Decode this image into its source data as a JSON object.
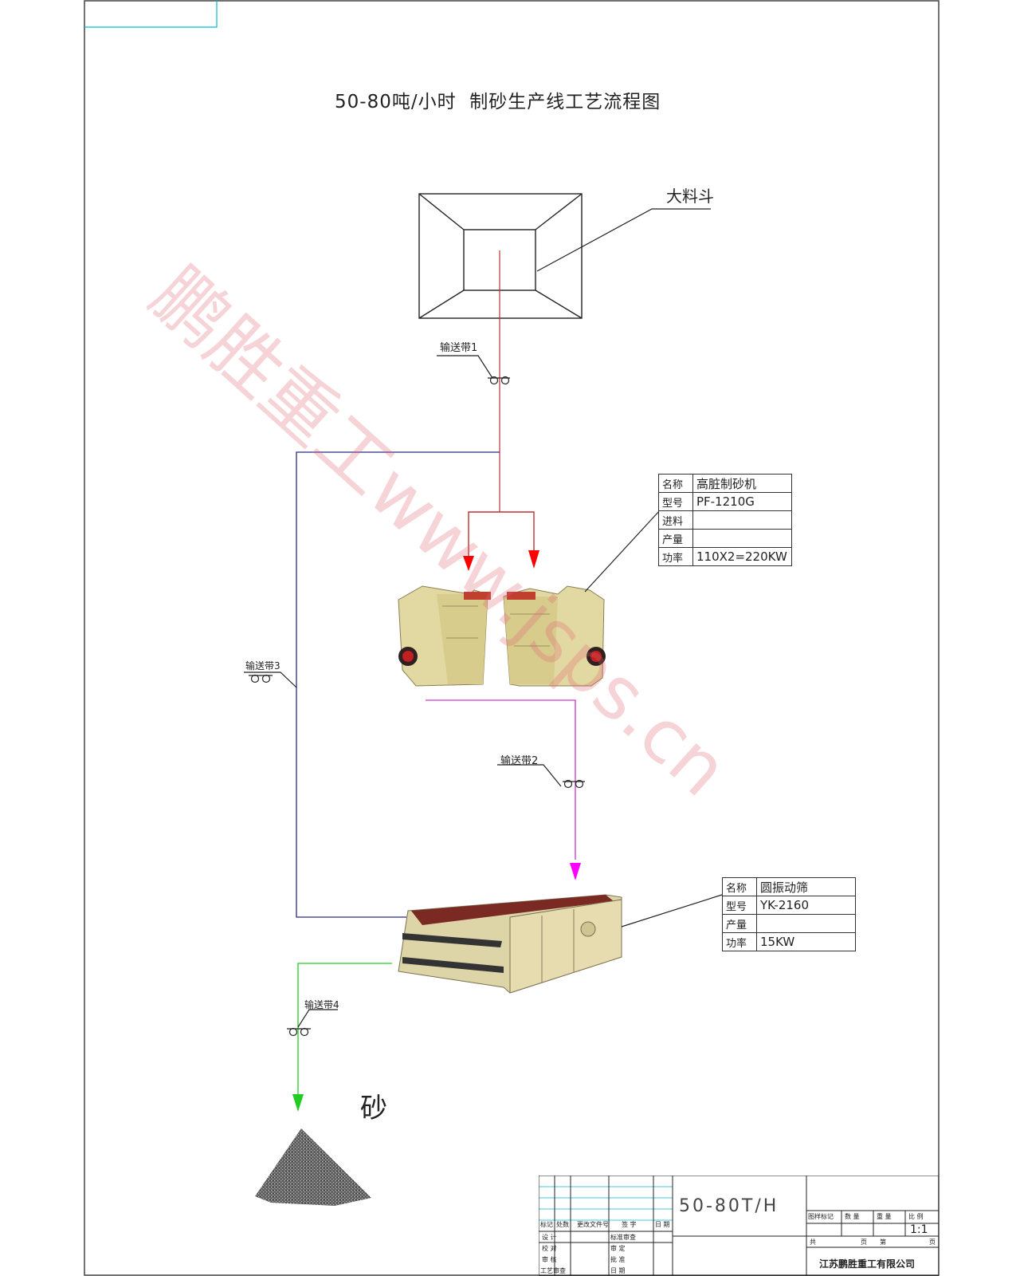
{
  "title": "50-80吨/小时  制砂生产线工艺流程图",
  "hopper_label": "大料斗",
  "conveyors": {
    "c1": "输送带1",
    "c2": "输送带2",
    "c3": "输送带3",
    "c4": "输送带4"
  },
  "crusher_spec": {
    "rows": [
      {
        "key": "名称",
        "value": "高脏制砂机"
      },
      {
        "key": "型号",
        "value": "PF-1210G"
      },
      {
        "key": "进料",
        "value": ""
      },
      {
        "key": "产量",
        "value": ""
      },
      {
        "key": "功率",
        "value": "110X2=220KW"
      }
    ]
  },
  "screen_spec": {
    "rows": [
      {
        "key": "名称",
        "value": "圆振动筛"
      },
      {
        "key": "型号",
        "value": "YK-2160"
      },
      {
        "key": "产量",
        "value": ""
      },
      {
        "key": "功率",
        "value": "15KW"
      }
    ]
  },
  "product_label": "砂",
  "watermark": "鹏胜重工www.jsps.cn",
  "title_block": {
    "drawing_no": "50-80T/H",
    "scale": "1:1",
    "company": "江苏鹏胜重工有限公司",
    "h1": "标记",
    "h2": "处数",
    "h3": "更改文件号",
    "h4": "签 字",
    "h5": "日 期",
    "r1": "设 计",
    "r2": "校 对",
    "r3": "审 核",
    "r4": "工艺审查",
    "m1": "标准审查",
    "m2": "审 定",
    "m3": "批 准",
    "m4": "日 期",
    "g1": "图样标记",
    "g2": "数 量",
    "g3": "重 量",
    "g4": "比 例",
    "p1": "共",
    "p2": "页",
    "p3": "第",
    "p4": "页"
  },
  "colors": {
    "feed_line": "#c03030",
    "feed_arrow": "#ff0000",
    "crusher_out": "#cc33cc",
    "screen_return": "#2a2a80",
    "sand_line": "#22cc22",
    "cad_cyan": "#00bcd4",
    "watermark": "#e06070"
  }
}
